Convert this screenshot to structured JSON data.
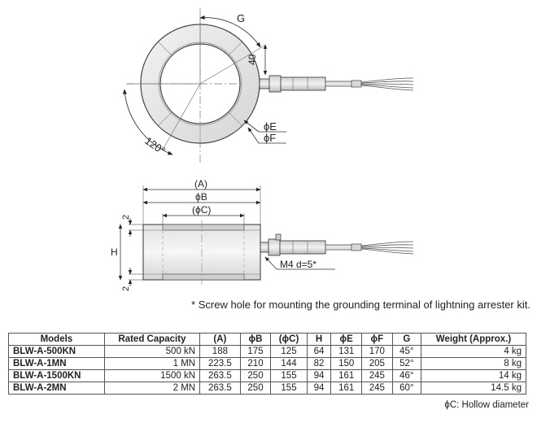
{
  "drawing": {
    "top_view": {
      "dim_g": "G",
      "dim_40": "40",
      "angle": "120°",
      "dim_e": "ϕE",
      "dim_f": "ϕF"
    },
    "side_view": {
      "dim_a": "(A)",
      "dim_b": "ϕB",
      "dim_c": "(ϕC)",
      "dim_h": "H",
      "dim_2_top": "2",
      "dim_2_bottom": "2",
      "screw": "M4 d=5*"
    }
  },
  "note": "* Screw hole for mounting the grounding terminal of lightning arrester kit.",
  "table": {
    "headers": [
      "Models",
      "Rated Capacity",
      "(A)",
      "ϕB",
      "(ϕC)",
      "H",
      "ϕE",
      "ϕF",
      "G",
      "Weight (Approx.)"
    ],
    "rows": [
      [
        "BLW-A-500KN",
        "500 kN",
        "188",
        "175",
        "125",
        "64",
        "131",
        "170",
        "45°",
        "4 kg"
      ],
      [
        "BLW-A-1MN",
        "1 MN",
        "223.5",
        "210",
        "144",
        "82",
        "150",
        "205",
        "52°",
        "8 kg"
      ],
      [
        "BLW-A-1500KN",
        "1500 kN",
        "263.5",
        "250",
        "155",
        "94",
        "161",
        "245",
        "46°",
        "14 kg"
      ],
      [
        "BLW-A-2MN",
        "2 MN",
        "263.5",
        "250",
        "155",
        "94",
        "161",
        "245",
        "60°",
        "14.5 kg"
      ]
    ]
  },
  "footnote": "ϕC: Hollow diameter"
}
